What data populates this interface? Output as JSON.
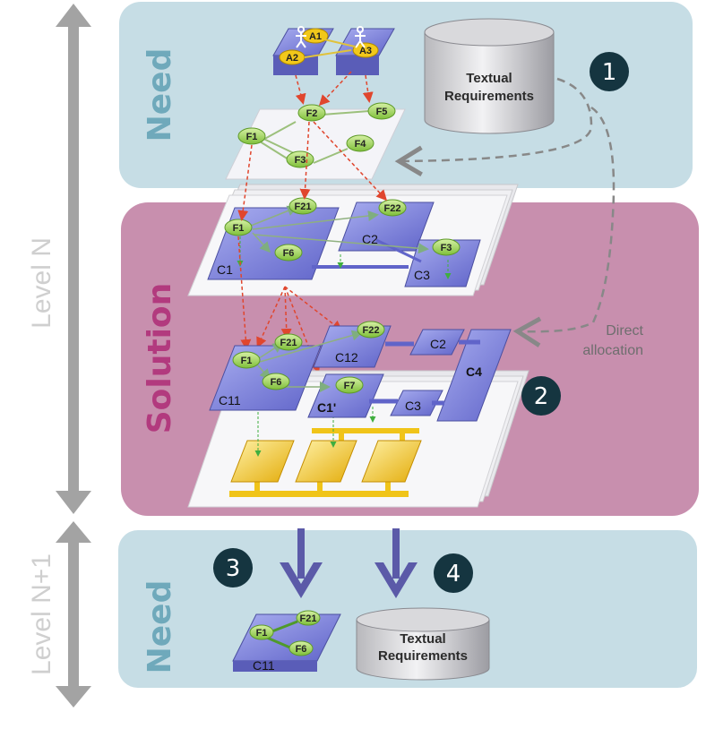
{
  "level_labels": {
    "level_n": "Level N",
    "level_n1": "Level N+1"
  },
  "zones": {
    "need_top": "Need",
    "solution": "Solution",
    "need_bottom": "Need"
  },
  "requirements_top": {
    "line1": "Textual",
    "line2": "Requirements"
  },
  "requirements_bottom": {
    "line1": "Textual",
    "line2": "Requirements"
  },
  "direct_allocation": {
    "line1": "Direct",
    "line2": "allocation"
  },
  "badges": [
    "1",
    "2",
    "3",
    "4"
  ],
  "actors": [
    "A1",
    "A2",
    "A3"
  ],
  "need_functions": [
    "F1",
    "F2",
    "F3",
    "F4",
    "F5"
  ],
  "logical_layer": {
    "components": [
      "C1",
      "C2",
      "C3"
    ],
    "functions": [
      "F1",
      "F21",
      "F22",
      "F6",
      "F3"
    ]
  },
  "physical_layer": {
    "components": [
      "C11",
      "C12",
      "C1'",
      "C2",
      "C3",
      "C4"
    ],
    "functions": [
      "F1",
      "F21",
      "F22",
      "F6",
      "F7"
    ]
  },
  "level_n1_block": {
    "component": "C11",
    "functions": [
      "F1",
      "F21",
      "F6"
    ]
  },
  "colors": {
    "need_bg": "#c6dde5",
    "solution_bg": "#c88fae",
    "component": "#7b7fd6",
    "function": "#9ecf52",
    "hardware": "#f0c419",
    "arrow": "#5b5aa8",
    "badge": "#153540"
  }
}
